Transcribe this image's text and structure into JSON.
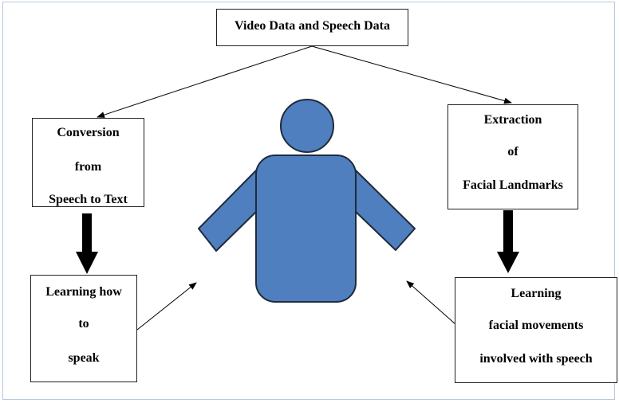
{
  "diagram": {
    "top": {
      "label": "Video Data and Speech Data"
    },
    "left_upper": {
      "lines": [
        "Conversion",
        "from",
        "Speech to Text"
      ]
    },
    "right_upper": {
      "lines": [
        "Extraction",
        "of",
        "Facial Landmarks"
      ]
    },
    "left_lower": {
      "lines": [
        "Learning how",
        "to",
        "speak"
      ]
    },
    "right_lower": {
      "lines": [
        "Learning",
        "facial movements",
        "involved with speech"
      ]
    }
  },
  "colors": {
    "figure_fill": "#4f7fbe",
    "figure_stroke": "#1e2b3c",
    "frame": "#b8c9df"
  },
  "icons": {
    "center_figure": "person-icon"
  }
}
